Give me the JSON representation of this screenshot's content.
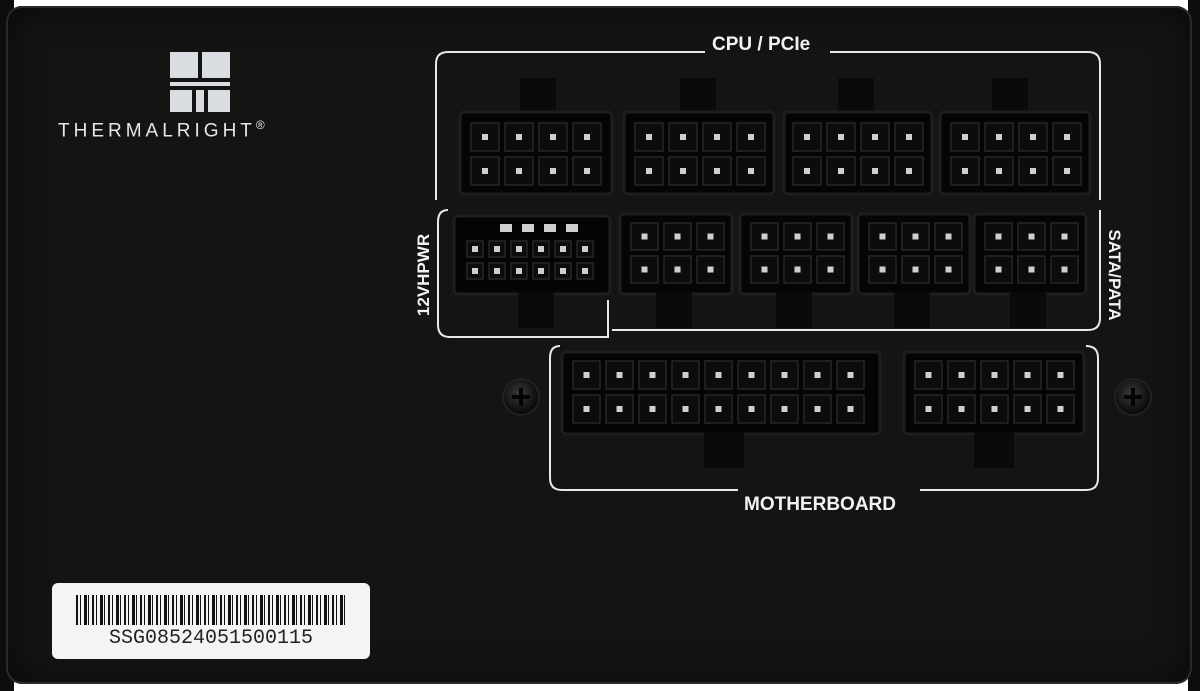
{
  "brand": {
    "name": "THERMALRIGHT",
    "registered": "®"
  },
  "labels": {
    "cpu_pcie": "CPU / PCIe",
    "vhpwr": "12VHPWR",
    "sata_pata": "SATA/PATA",
    "motherboard": "MOTHERBOARD"
  },
  "sticker": {
    "serial": "SSG08524051500115"
  },
  "colors": {
    "panel": "#141414",
    "silkscreen": "#f2f2f2",
    "socket": "#050505",
    "sticker": "#f4f4f4"
  },
  "connectors": {
    "cpu_pcie": [
      "8-pin",
      "8-pin",
      "8-pin",
      "8-pin"
    ],
    "vhpwr": [
      "12+4-pin"
    ],
    "sata_pata": [
      "6-pin",
      "6-pin",
      "6-pin",
      "6-pin"
    ],
    "motherboard": [
      "18-pin",
      "10-pin"
    ]
  }
}
